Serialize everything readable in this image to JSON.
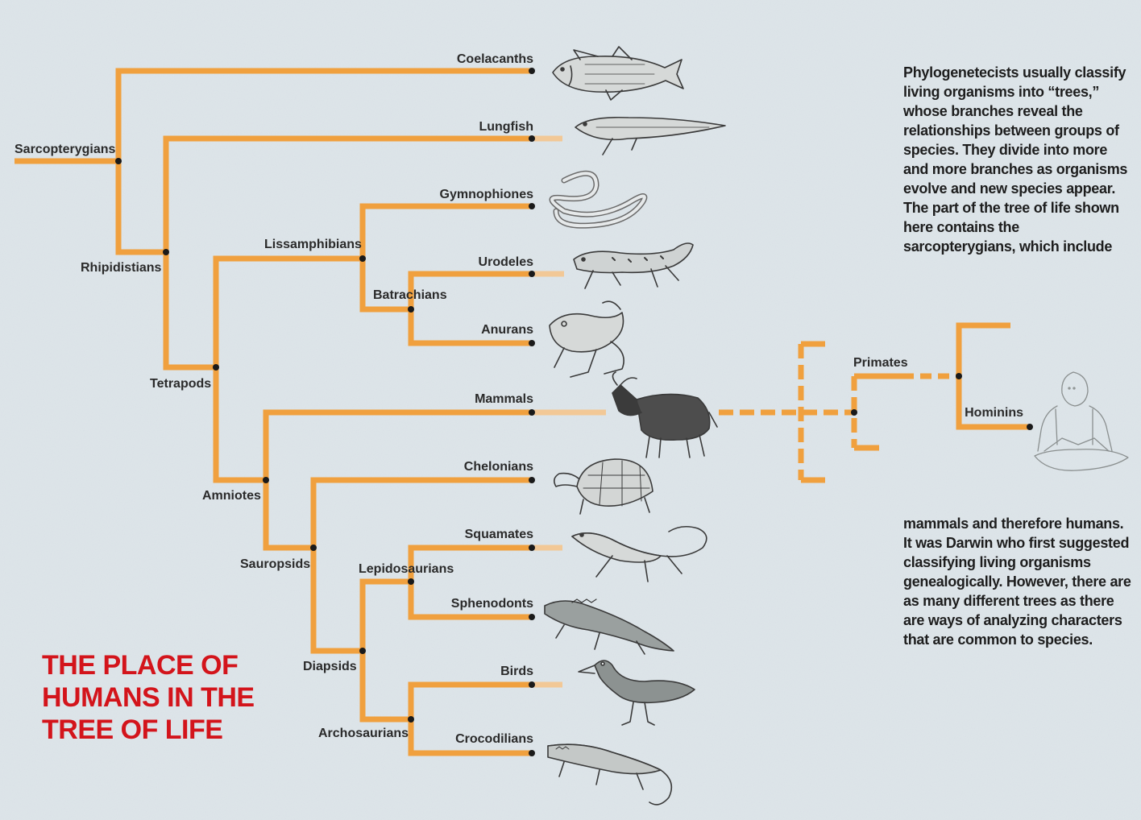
{
  "title_lines": [
    "THE PLACE OF",
    "HUMANS IN THE",
    "TREE OF LIFE"
  ],
  "intro": {
    "p1": "Phylogenetecists usually classify living organisms into “trees,” whose branches reveal the relationships between groups of species. They divide into more and more branches as organisms evolve and new species appear.",
    "p2": "The part of the tree of life shown here contains the sarcopterygians, which include"
  },
  "outro": "mammals and therefore humans. It was Darwin who first suggested classifying living organisms genealogically. However, there are as many different trees as there are ways of analyzing characters that are common to species.",
  "nodes": {
    "sarcopterygians": "Sarcopterygians",
    "rhipidistians": "Rhipidistians",
    "tetrapods": "Tetrapods",
    "lissamphibians": "Lissamphibians",
    "batrachians": "Batrachians",
    "amniotes": "Amniotes",
    "sauropsids": "Sauropsids",
    "diapsids": "Diapsids",
    "lepidosaurians": "Lepidosaurians",
    "archosaurians": "Archosaurians",
    "primates": "Primates"
  },
  "leaves": {
    "coelacanths": "Coelacanths",
    "lungfish": "Lungfish",
    "gymnophiones": "Gymnophiones",
    "urodeles": "Urodeles",
    "anurans": "Anurans",
    "mammals": "Mammals",
    "chelonians": "Chelonians",
    "squamates": "Squamates",
    "sphenodonts": "Sphenodonts",
    "birds": "Birds",
    "crocodilians": "Crocodilians",
    "hominins": "Hominins"
  },
  "colors": {
    "branch": "#f0a03e",
    "branch_faded": "#f2c896",
    "node": "#1a1a1a",
    "title": "#d3141b",
    "background": "#dfe6ea",
    "text": "#2a2a2a"
  },
  "illustrations": [
    "coelacanth",
    "lungfish",
    "caecilian",
    "salamander",
    "frog",
    "wildebeest",
    "tortoise",
    "lizard",
    "tuatara",
    "duck",
    "crocodile",
    "seated-human"
  ]
}
